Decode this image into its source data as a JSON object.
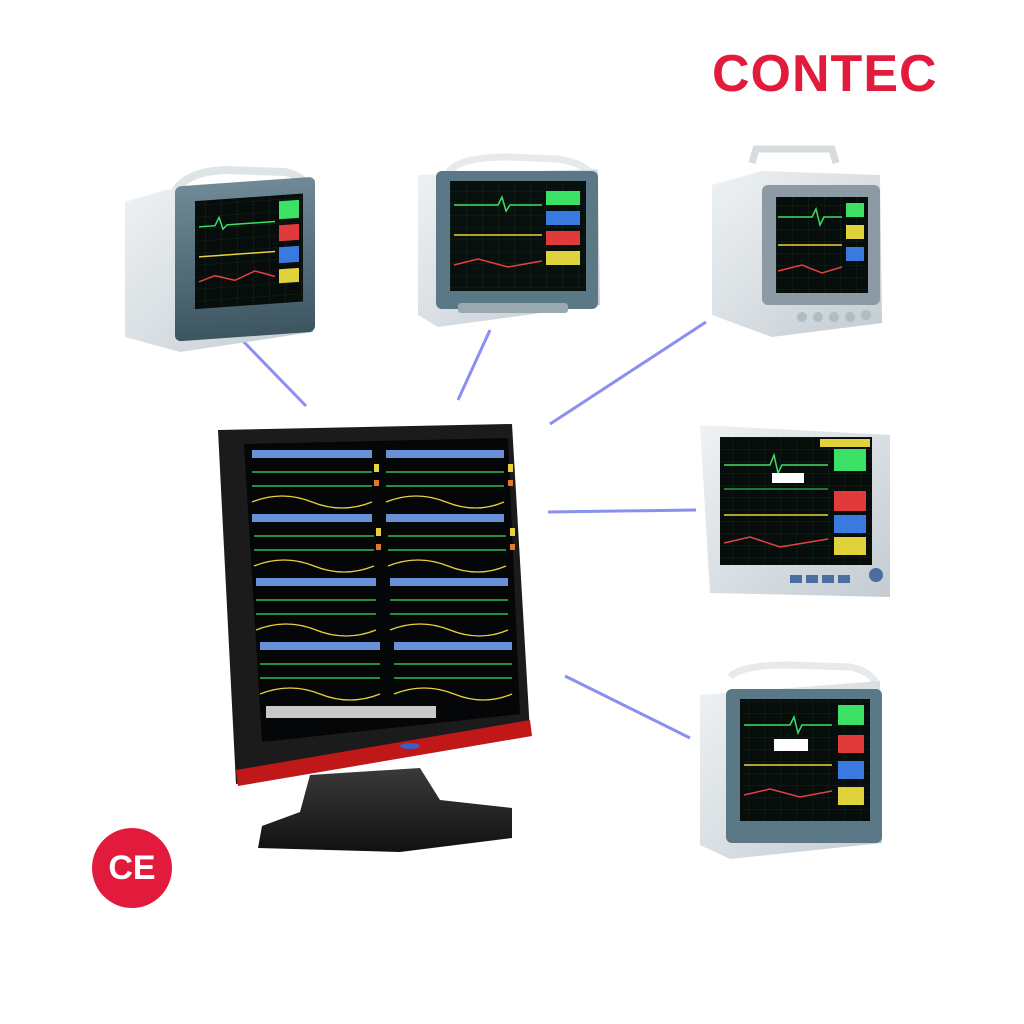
{
  "brand": {
    "name": "CONTEC",
    "color": "#e21b3c"
  },
  "certification": {
    "mark": "CE",
    "color": "#e21b3c"
  },
  "central_station": {
    "description_icon": "central-monitor",
    "connected_monitors": 5
  },
  "monitors": [
    {
      "id": "monitor-top-left",
      "icon": "patient-monitor"
    },
    {
      "id": "monitor-top-center",
      "icon": "patient-monitor"
    },
    {
      "id": "monitor-top-right",
      "icon": "patient-monitor"
    },
    {
      "id": "monitor-middle-right",
      "icon": "patient-monitor"
    },
    {
      "id": "monitor-bottom-right",
      "icon": "patient-monitor"
    }
  ],
  "link_color": "#8a8ff0"
}
